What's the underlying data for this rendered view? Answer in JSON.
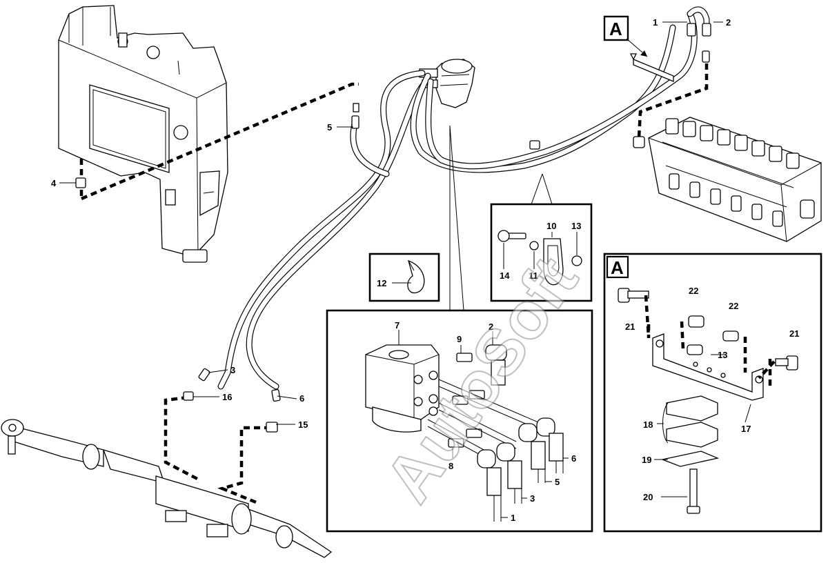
{
  "diagram": {
    "watermark": "AutoSoft",
    "view_marker": "A",
    "inset_title": "A",
    "labels_main": [
      "1",
      "2",
      "3",
      "4",
      "5",
      "6",
      "15",
      "16"
    ],
    "labels_clip": [
      "12"
    ],
    "labels_clamp": [
      "10",
      "13",
      "14",
      "11"
    ],
    "labels_unit": [
      "7",
      "2",
      "9",
      "8",
      "6",
      "5",
      "3",
      "1"
    ],
    "labels_bracket": [
      "22",
      "22",
      "21",
      "21",
      "13",
      "18",
      "17",
      "19",
      "20"
    ]
  }
}
